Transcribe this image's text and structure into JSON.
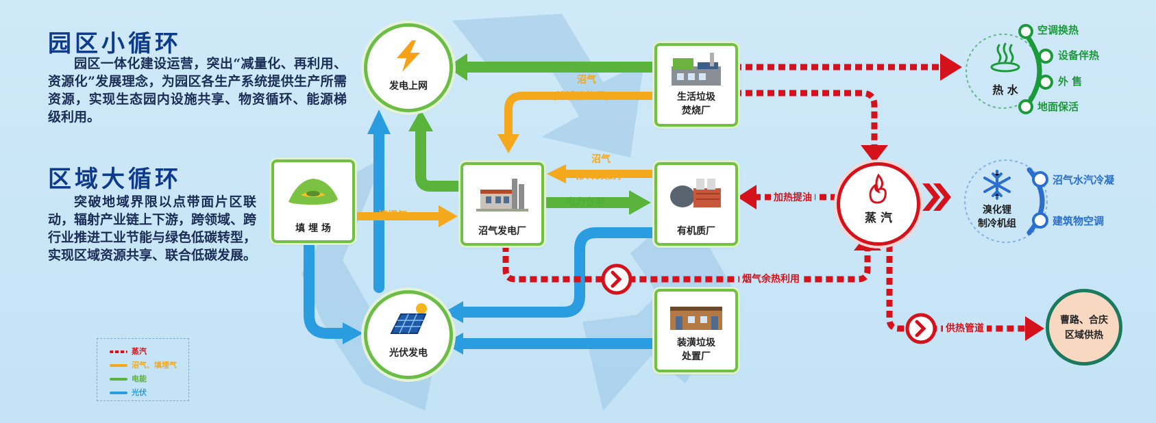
{
  "colors": {
    "steam": "#d3121c",
    "biogas": "#f4a81c",
    "power": "#5ab43c",
    "solar": "#2a9de0",
    "hotwater": "#1b9a3a"
  },
  "left": {
    "small_cycle": {
      "title": "园区小循环",
      "text": "园区一体化建设运营，突出“减量化、再利用、资源化”发展理念，为园区各生产系统提供生产所需资源，实现生态园内设施共享、物资循环、能源梯级利用。"
    },
    "big_cycle": {
      "title": "区域大循环",
      "text": "突破地域界限以点带面片区联动，辐射产业链上下游，跨领域、跨行业推进工业节能与绿色低碳转型，实现区域资源共享、联合低碳发展。"
    }
  },
  "legend": [
    {
      "label": "蒸汽",
      "color": "#d3121c",
      "style": "dashed",
      "icon": "steam-line"
    },
    {
      "label": "沼气、填埋气",
      "color": "#f4a81c",
      "style": "solid",
      "icon": "biogas-line"
    },
    {
      "label": "电能",
      "color": "#5ab43c",
      "style": "solid",
      "icon": "power-line"
    },
    {
      "label": "光伏",
      "color": "#2a9de0",
      "style": "solid",
      "icon": "solar-line"
    }
  ],
  "nodes": {
    "grid": {
      "label": "发电上网",
      "icon": "lightning-icon"
    },
    "solar": {
      "label": "光伏发电",
      "icon": "solar-panel-icon"
    },
    "landfill": {
      "label": "填 埋 场",
      "icon": "landfill-icon"
    },
    "biogas_plant": {
      "label": "沼气发电厂",
      "icon": "factory-icon"
    },
    "incinerator": {
      "label_line1": "生活垃圾",
      "label_line2": "焚烧厂",
      "icon": "incinerator-icon"
    },
    "organic": {
      "label": "有机质厂",
      "icon": "tanks-icon"
    },
    "decoration": {
      "label_line1": "装潢垃圾",
      "label_line2": "处置厂",
      "icon": "warehouse-icon"
    },
    "steam": {
      "label": "蒸 汽",
      "icon": "flame-icon"
    },
    "hotwater": {
      "label": "热 水",
      "icon": "heat-wave-icon"
    },
    "lithium": {
      "label_line1": "溴化锂",
      "label_line2": "制冷机组",
      "icon": "snowflake-icon"
    },
    "district": {
      "label_line1": "曹路、合庆",
      "label_line2": "区域供热"
    }
  },
  "flows": {
    "leachate_gas_1": "沼气",
    "leachate_gas_2": "(渗滤液处理)",
    "anaerobic_gas_1": "沼气",
    "anaerobic_gas_2": "(厌氧发酵)",
    "landfill_gas": "填埋气",
    "self_power": "电力自用",
    "heating_oil": "加热提油",
    "flue_heat": "烟气余热利用",
    "heat_pipe": "供热管道"
  },
  "hotwater_uses": [
    "空调换热",
    "设备伴热",
    "外 售",
    "地面保活"
  ],
  "lithium_uses": [
    "沼气水汽冷凝",
    "建筑物空调"
  ]
}
